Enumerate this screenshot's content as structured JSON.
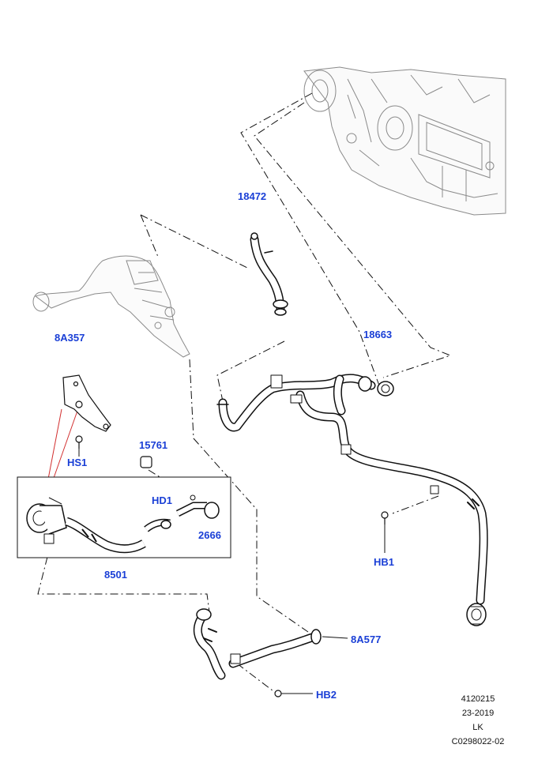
{
  "colors": {
    "callout": "#1a3fd6",
    "line": "#111111",
    "faint": "#9a9a9a",
    "leader_red": "#d23030"
  },
  "callouts": {
    "p18472": "18472",
    "p18663": "18663",
    "p8A357": "8A357",
    "pHS1": "HS1",
    "p15761": "15761",
    "pHD1": "HD1",
    "p2666": "2666",
    "p8501": "8501",
    "pHB1": "HB1",
    "p8A577": "8A577",
    "pHB2": "HB2"
  },
  "reference": {
    "code": "4120215",
    "date": "23-2019",
    "initials": "LK",
    "drawing": "C0298022-02"
  },
  "icons": [
    "hvac-unit-illustration",
    "engine-bracket-illustration",
    "heater-hose-illustration",
    "water-pump-illustration"
  ]
}
